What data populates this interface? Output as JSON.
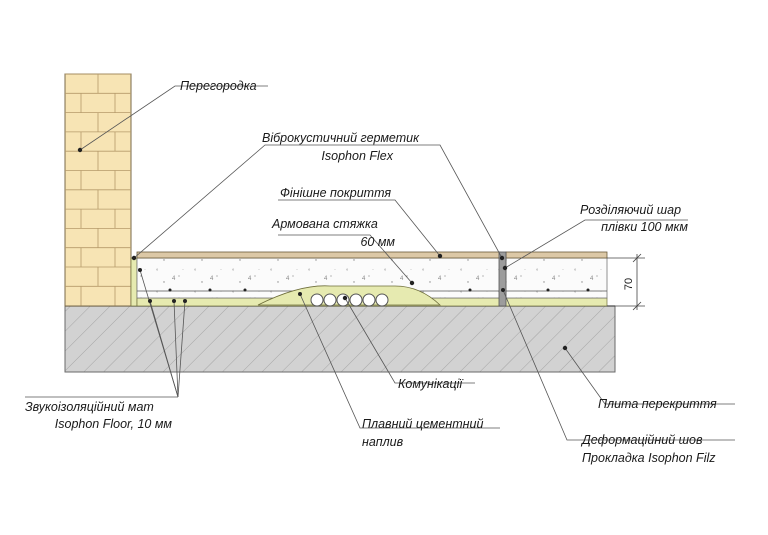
{
  "labels": {
    "partition": "Перегородка",
    "sealant_line1": "Віброкустичний герметик",
    "sealant_line2": "Isophon Flex",
    "finish": "Фінішне покриття",
    "screed_line1": "Армована стяжка",
    "screed_line2": "60 мм",
    "film_line1": "Розділяючий шар",
    "film_line2": "плівки 100 мкм",
    "dimension": "70",
    "utilities": "Комунікації",
    "slab": "Плита перекриття",
    "mat_line1": "Звукоізоляційний мат",
    "mat_line2": "Isophon Floor, 10 мм",
    "cement_line1": "Плавний цементний",
    "cement_line2": "наплив",
    "joint_line1": "Деформаційний шов",
    "joint_line2": "Прокладка Isophon Filz"
  },
  "colors": {
    "brick": "#f7e4b4",
    "slab": "#d2d2d2",
    "finish": "#dcc8a6",
    "mat": "#e6eab0",
    "line": "#555555"
  }
}
